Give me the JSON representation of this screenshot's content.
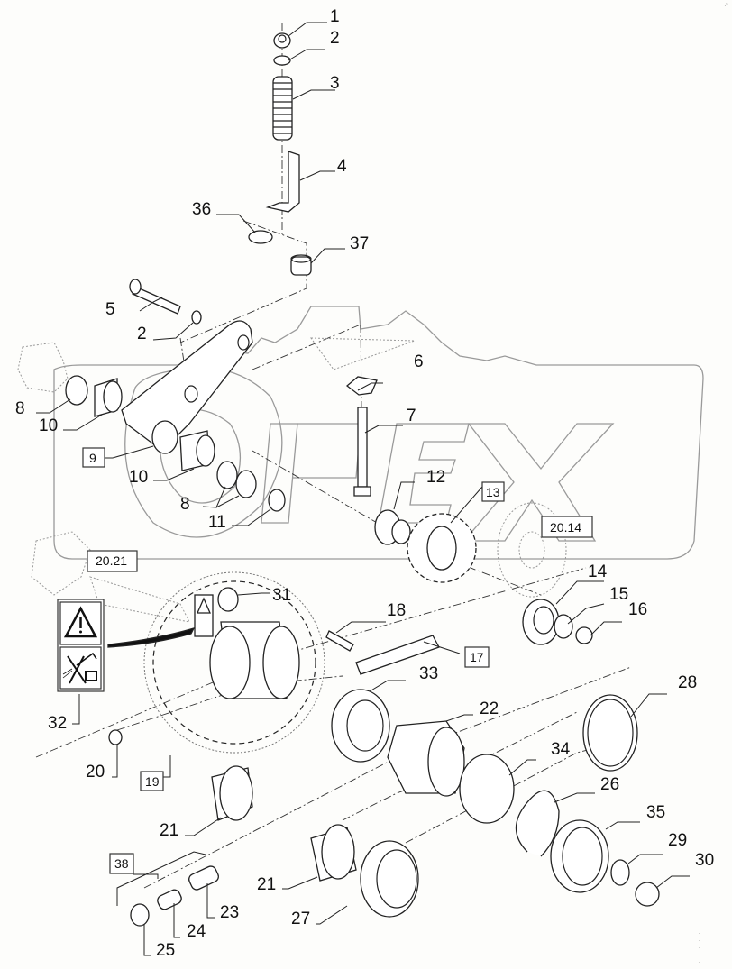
{
  "diagram": {
    "title": "",
    "watermark": "OPEX",
    "callouts": [
      {
        "id": "c1",
        "label": "1",
        "part": "nut"
      },
      {
        "id": "c2a",
        "label": "2",
        "part": "washer"
      },
      {
        "id": "c3",
        "label": "3",
        "part": "spring"
      },
      {
        "id": "c4",
        "label": "4",
        "part": "bracket"
      },
      {
        "id": "c36",
        "label": "36",
        "part": "washer"
      },
      {
        "id": "c37",
        "label": "37",
        "part": "spacer"
      },
      {
        "id": "c5",
        "label": "5",
        "part": "bolt"
      },
      {
        "id": "c2b",
        "label": "2",
        "part": "washer"
      },
      {
        "id": "c6",
        "label": "6",
        "part": "clamp plate"
      },
      {
        "id": "c7",
        "label": "7",
        "part": "long bolt"
      },
      {
        "id": "c8a",
        "label": "8",
        "part": "seal ring"
      },
      {
        "id": "c10a",
        "label": "10",
        "part": "bushing"
      },
      {
        "id": "c10b",
        "label": "10",
        "part": "bushing"
      },
      {
        "id": "c8b",
        "label": "8",
        "part": "seal rings"
      },
      {
        "id": "c11",
        "label": "11",
        "part": "snap ring"
      },
      {
        "id": "c12",
        "label": "12",
        "part": "spacer"
      },
      {
        "id": "c14",
        "label": "14",
        "part": "bearing"
      },
      {
        "id": "c15",
        "label": "15",
        "part": "washer"
      },
      {
        "id": "c16",
        "label": "16",
        "part": "nut"
      },
      {
        "id": "c18",
        "label": "18",
        "part": "chain link"
      },
      {
        "id": "c31",
        "label": "31",
        "part": "decal"
      },
      {
        "id": "c32",
        "label": "32",
        "part": "warning decal"
      },
      {
        "id": "c20",
        "label": "20",
        "part": "grease fitting"
      },
      {
        "id": "c33",
        "label": "33",
        "part": "bearing"
      },
      {
        "id": "c22",
        "label": "22",
        "part": "clutch hub"
      },
      {
        "id": "c28",
        "label": "28",
        "part": "ring"
      },
      {
        "id": "c34",
        "label": "34",
        "part": "ring"
      },
      {
        "id": "c26",
        "label": "26",
        "part": "circlip"
      },
      {
        "id": "c35",
        "label": "35",
        "part": "seal"
      },
      {
        "id": "c29",
        "label": "29",
        "part": "washer"
      },
      {
        "id": "c30",
        "label": "30",
        "part": "nut"
      },
      {
        "id": "c21a",
        "label": "21",
        "part": "bushing"
      },
      {
        "id": "c21b",
        "label": "21",
        "part": "bushing"
      },
      {
        "id": "c27",
        "label": "27",
        "part": "cover"
      },
      {
        "id": "c23",
        "label": "23",
        "part": "spring"
      },
      {
        "id": "c24",
        "label": "24",
        "part": "spring"
      },
      {
        "id": "c25",
        "label": "25",
        "part": "plunger"
      }
    ],
    "boxed_callouts": [
      {
        "id": "b9",
        "label": "9"
      },
      {
        "id": "b13",
        "label": "13"
      },
      {
        "id": "b17",
        "label": "17"
      },
      {
        "id": "b19",
        "label": "19"
      },
      {
        "id": "b38",
        "label": "38"
      },
      {
        "id": "r2014",
        "label": "20.14"
      },
      {
        "id": "r2021",
        "label": "20.21"
      }
    ],
    "decal_icons": [
      "warning-triangle-icon",
      "no-pressure-washer-icon"
    ]
  }
}
